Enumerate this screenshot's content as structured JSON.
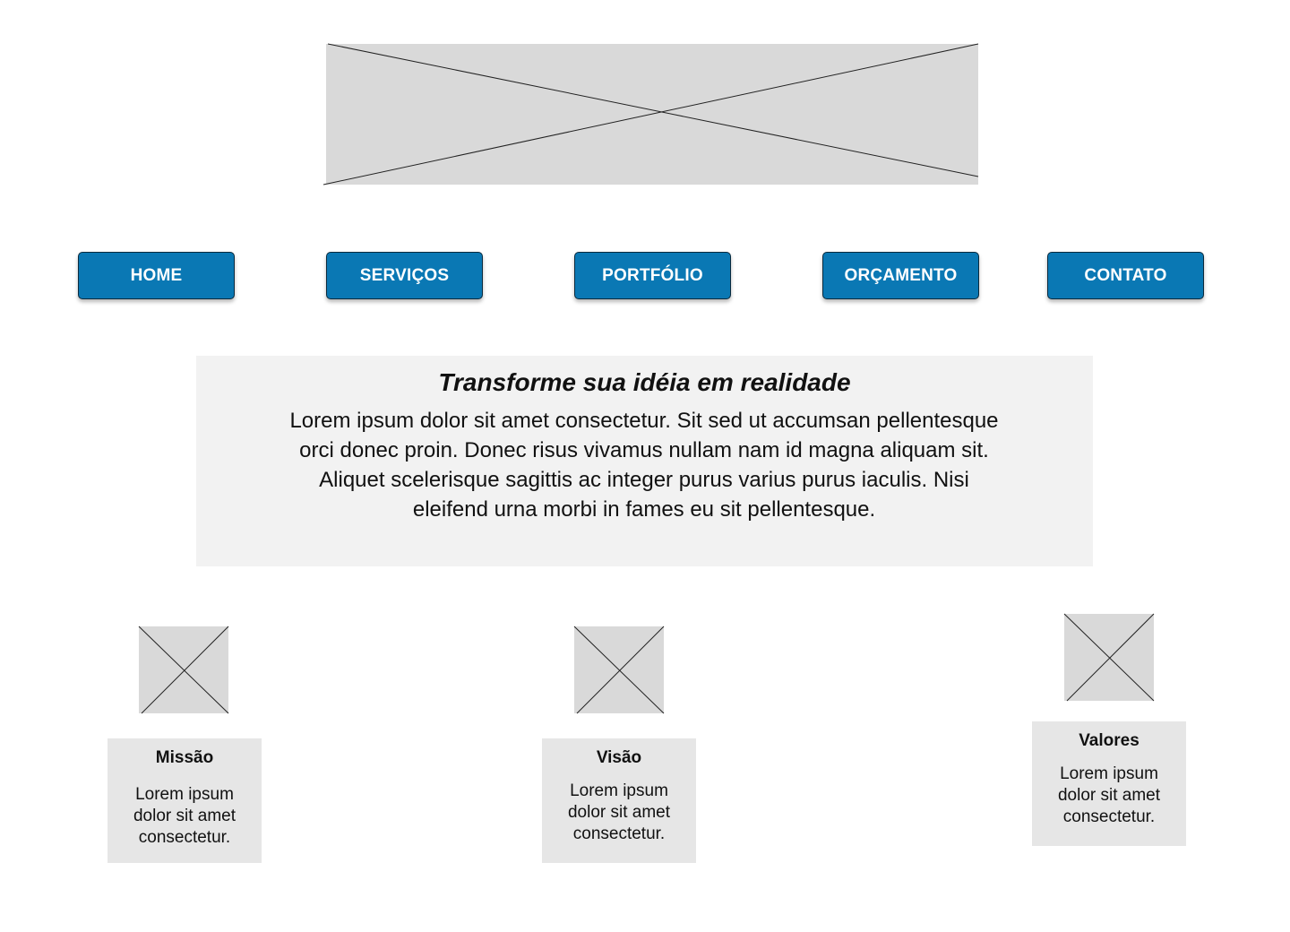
{
  "hero_image": {
    "icon": "image-placeholder-icon"
  },
  "nav": {
    "items": [
      {
        "label": "HOME"
      },
      {
        "label": "SERVIÇOS"
      },
      {
        "label": "PORTFÓLIO"
      },
      {
        "label": "ORÇAMENTO"
      },
      {
        "label": "CONTATO"
      }
    ],
    "button_color": "#0a78b4",
    "button_text_color": "#ffffff"
  },
  "hero": {
    "title": "Transforme sua idéia em realidade",
    "text": "Lorem ipsum dolor sit amet consectetur. Sit sed ut accumsan pellentesque orci donec proin. Donec risus vivamus nullam nam id magna aliquam sit. Aliquet scelerisque sagittis ac integer purus varius purus iaculis. Nisi eleifend urna morbi in fames eu sit pellentesque."
  },
  "cards": [
    {
      "title": "Missão",
      "text": "Lorem ipsum dolor sit amet consectetur.",
      "icon": "image-placeholder-icon"
    },
    {
      "title": "Visão",
      "text": "Lorem ipsum dolor sit amet consectetur.",
      "icon": "image-placeholder-icon"
    },
    {
      "title": "Valores",
      "text": "Lorem ipsum dolor sit amet consectetur.",
      "icon": "image-placeholder-icon"
    }
  ]
}
